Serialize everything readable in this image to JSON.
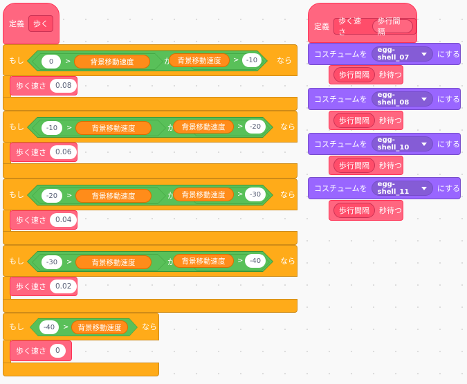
{
  "script1": {
    "define_label": "定義",
    "proc_name": "歩く",
    "if_label": "もし",
    "then_label": "なら",
    "and_label": "かつ",
    "gt": ">",
    "var_name": "背景移動速度",
    "set_speed_label": "歩く速さ",
    "ifs": [
      {
        "left": "0",
        "right": "-10",
        "speed": "0.08"
      },
      {
        "left": "-10",
        "right": "-20",
        "speed": "0.06"
      },
      {
        "left": "-20",
        "right": "-30",
        "speed": "0.04"
      },
      {
        "left": "-30",
        "right": "-40",
        "speed": "0.02"
      },
      {
        "left": "-40",
        "speed": "0"
      }
    ]
  },
  "script2": {
    "define_label": "定義",
    "proc_name": "歩く速さ",
    "param": "歩行間隔",
    "costume_label": "コスチュームを",
    "costume_suffix": "にする",
    "wait_param": "歩行間隔",
    "wait_suffix": "秒待つ",
    "costumes": [
      "egg-shell_07",
      "egg-shell_08",
      "egg-shell_10",
      "egg-shell_11"
    ]
  },
  "colors": {
    "control": "#ffab19",
    "custom": "#ff6680",
    "operator": "#59c059",
    "variable": "#ff8c1a",
    "looks": "#9966ff"
  }
}
